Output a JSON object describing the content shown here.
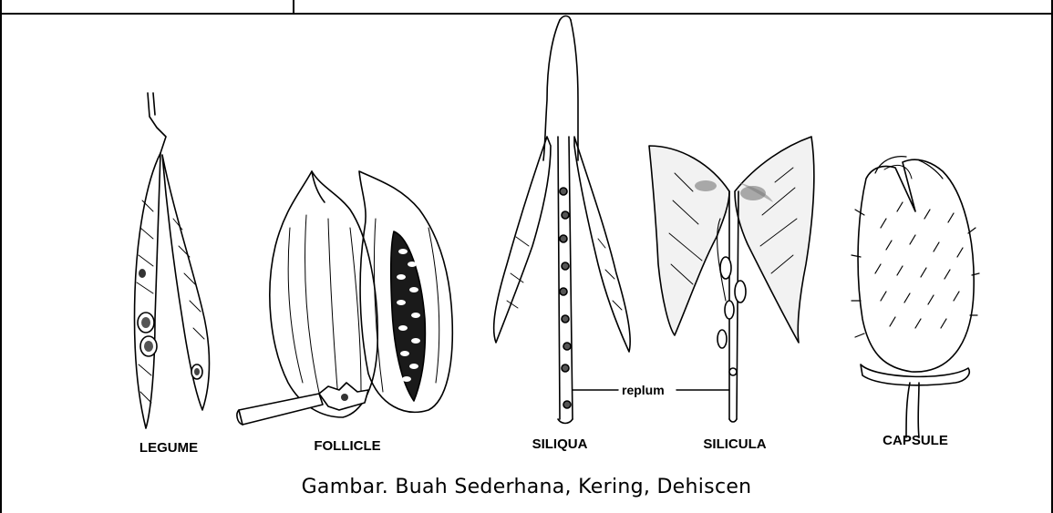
{
  "figure": {
    "labels": {
      "legume": "LEGUME",
      "follicle": "FOLLICLE",
      "siliqua": "SILIQUA",
      "silicula": "SILICULA",
      "capsule": "CAPSULE",
      "replum": "replum"
    },
    "caption": "Gambar. Buah Sederhana, Kering, Dehiscen"
  }
}
